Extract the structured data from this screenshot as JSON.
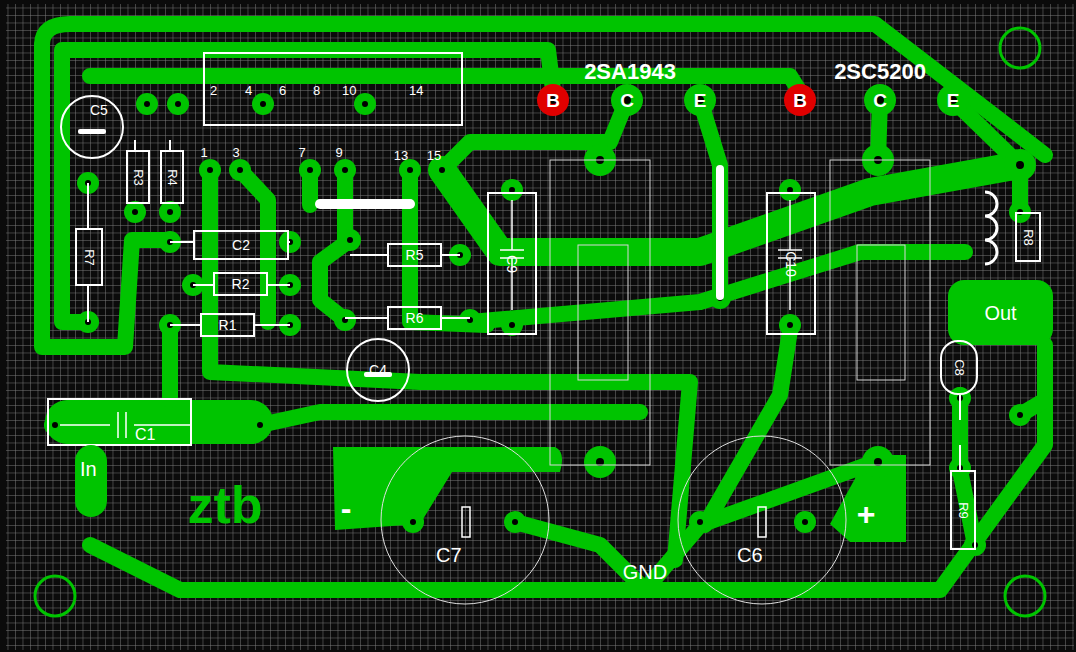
{
  "diagram": {
    "nodes": [
      {
        "text": [
          "2",
          "4",
          "6",
          "8",
          "10",
          "14"
        ]
      },
      {
        "text": [
          "C5"
        ]
      },
      {
        "text": [
          "R3"
        ]
      },
      {
        "text": [
          "R4"
        ]
      },
      {
        "text": [
          "R7"
        ]
      },
      {
        "text": [
          "C2"
        ]
      },
      {
        "text": [
          "R2"
        ]
      },
      {
        "text": [
          "R1"
        ]
      },
      {
        "text": [
          "R5"
        ]
      },
      {
        "text": [
          "R6"
        ]
      },
      {
        "text": [
          "C4"
        ]
      },
      {
        "text": [
          "C9"
        ]
      },
      {
        "text": [
          "C10"
        ]
      },
      {
        "text": [
          "R8"
        ]
      },
      {
        "text": [
          "Out"
        ]
      },
      {
        "text": [
          "C8"
        ]
      },
      {
        "text": [
          "C1"
        ]
      },
      {
        "text": [
          "In"
        ]
      },
      {
        "text": [
          "C7"
        ]
      },
      {
        "text": [
          "C6"
        ]
      },
      {
        "text": [
          "R9"
        ]
      }
    ],
    "labels": [
      "2SA1943",
      "2SC5200",
      "B",
      "C",
      "E",
      "B",
      "C",
      "E",
      "1",
      "3",
      "7",
      "9",
      "13",
      "15",
      "ztb",
      "-",
      "GND",
      "+"
    ]
  }
}
